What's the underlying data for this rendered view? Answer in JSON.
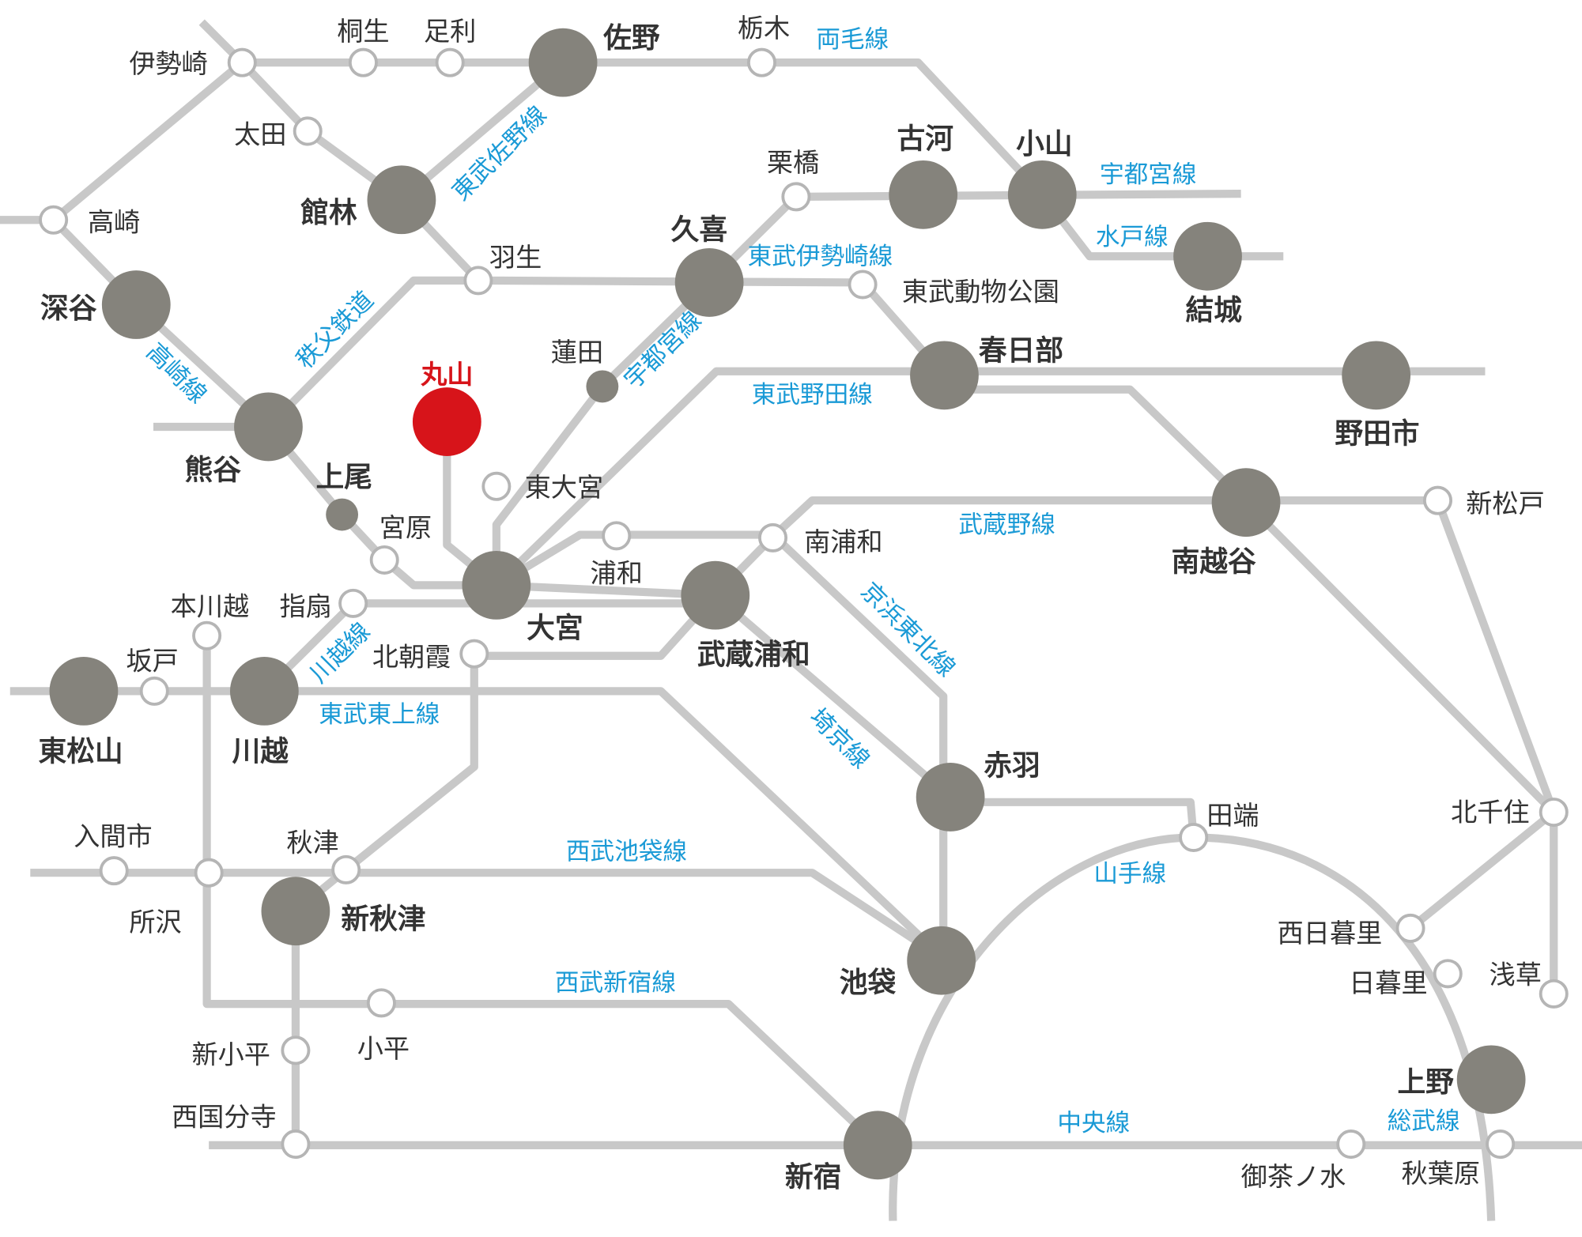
{
  "title": "路線図",
  "colors": {
    "line": "#c8c8c8",
    "major_station": "#85837c",
    "highlight": "#d7141a",
    "line_label": "#1a9ad6"
  },
  "highlight_station": "丸山",
  "stations": {
    "isesaki": "伊勢崎",
    "kiryu": "桐生",
    "ashikaga": "足利",
    "sano": "佐野",
    "tochigi": "栃木",
    "ota": "太田",
    "tatebayashi": "館林",
    "takasaki": "高崎",
    "fukaya": "深谷",
    "hanyu": "羽生",
    "kurihashi": "栗橋",
    "koga": "古河",
    "oyama": "小山",
    "yuki": "結城",
    "kuki": "久喜",
    "tobudobutsukoen": "東武動物公園",
    "hasuda": "蓮田",
    "maruyama": "丸山",
    "kasukabe": "春日部",
    "nodashi": "野田市",
    "kumagaya": "熊谷",
    "ageo": "上尾",
    "higashiomiya": "東大宮",
    "miyahara": "宮原",
    "shinmatsudo": "新松戸",
    "minamikoshigaya": "南越谷",
    "minamiurawa": "南浦和",
    "urawa": "浦和",
    "omiya": "大宮",
    "honkawagoe": "本川越",
    "sashiogi": "指扇",
    "kitaasaka": "北朝霞",
    "musashiurawa": "武蔵浦和",
    "sakado": "坂戸",
    "higashimatsuyama": "東松山",
    "kawagoe": "川越",
    "akabane": "赤羽",
    "tabata": "田端",
    "kitasenju": "北千住",
    "irumashi": "入間市",
    "akitsu": "秋津",
    "tokorozawa": "所沢",
    "shinakitsu": "新秋津",
    "nishinippori": "西日暮里",
    "ikebukuro": "池袋",
    "nippori": "日暮里",
    "asakusa": "浅草",
    "shinkodaira": "新小平",
    "kodaira": "小平",
    "ueno": "上野",
    "nishikokubunji": "西国分寺",
    "shinjuku": "新宿",
    "ochanomizu": "御茶ノ水",
    "akihabara": "秋葉原"
  },
  "lines": {
    "ryomo": "両毛線",
    "tobu_sano": "東武佐野線",
    "takasaki": "高崎線",
    "chichibu": "秩父鉄道",
    "utsunomiya_n": "宇都宮線",
    "mito": "水戸線",
    "tobu_isesaki": "東武伊勢崎線",
    "utsunomiya_s": "宇都宮線",
    "tobu_noda": "東武野田線",
    "musashino": "武蔵野線",
    "keihin_tohoku": "京浜東北線",
    "kawagoe": "川越線",
    "tobu_tojo": "東武東上線",
    "saikyo": "埼京線",
    "seibu_ikebukuro": "西武池袋線",
    "yamanote": "山手線",
    "seibu_shinjuku": "西武新宿線",
    "chuo": "中央線",
    "sobu": "総武線"
  }
}
